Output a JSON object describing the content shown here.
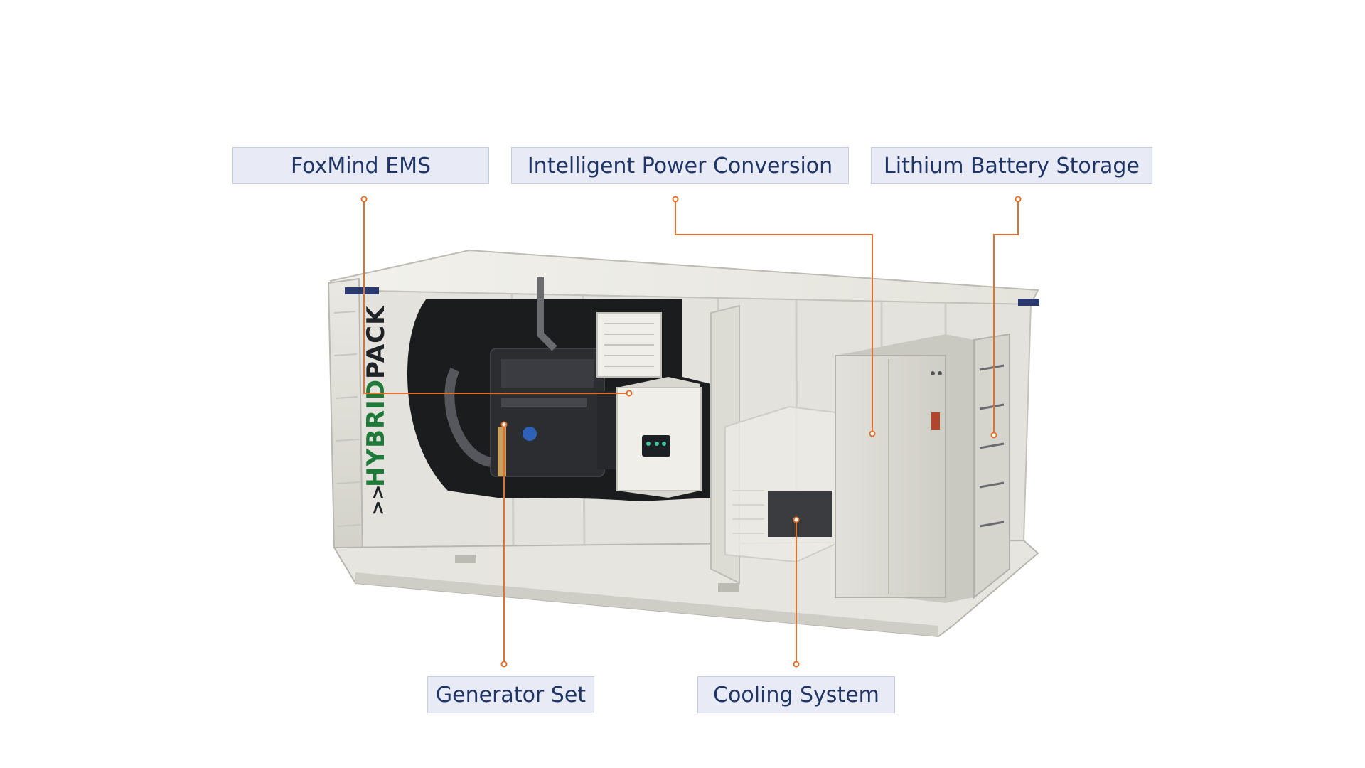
{
  "labels": {
    "ems": "FoxMind EMS",
    "pcs": "Intelligent Power Conversion",
    "battery": "Lithium Battery Storage",
    "generator": "Generator Set",
    "cooling": "Cooling System"
  },
  "brand": {
    "part1": "HYBRID",
    "part2": "PACK",
    "chevrons": ">>"
  },
  "colors": {
    "leader_line": "#e0702a",
    "label_bg": "#e8ebf5",
    "label_border": "#c5cbe2",
    "label_text": "#1f3566",
    "container_body": "#dddcd5",
    "brand_green": "#1f7a3a"
  }
}
